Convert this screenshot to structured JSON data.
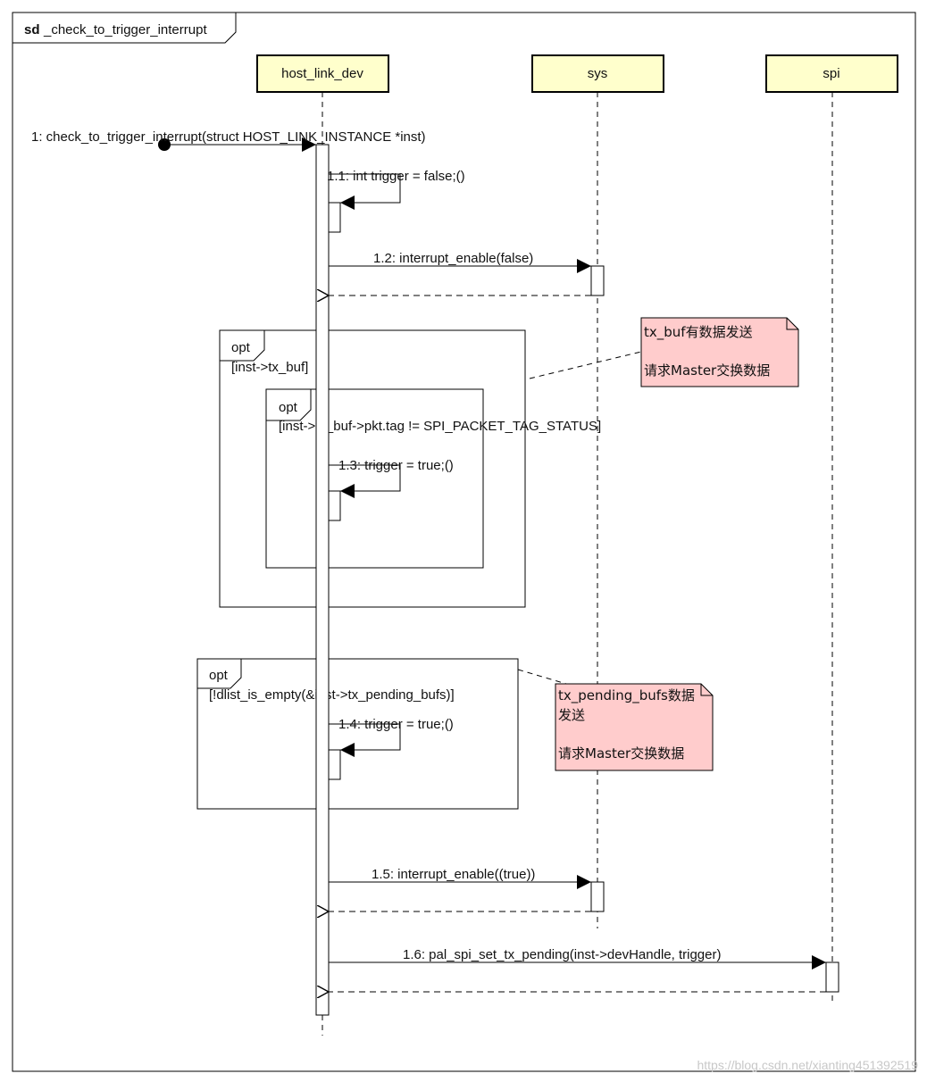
{
  "frame": {
    "keyword": "sd",
    "name": "_check_to_trigger_interrupt"
  },
  "lifelines": [
    {
      "name": "host_link_dev"
    },
    {
      "name": "sys"
    },
    {
      "name": "spi"
    }
  ],
  "messages": {
    "m1": "1: check_to_trigger_interrupt(struct HOST_LINK_INSTANCE *inst)",
    "m11": "1.1: int trigger = false;()",
    "m12": "1.2: interrupt_enable(false)",
    "m13": "1.3: trigger = true;()",
    "m14": "1.4: trigger = true;()",
    "m15": "1.5: interrupt_enable((true))",
    "m16": "1.6: pal_spi_set_tx_pending(inst->devHandle, trigger)"
  },
  "fragments": {
    "outer": {
      "kind": "opt",
      "guard": "[inst->tx_buf]"
    },
    "inner": {
      "kind": "opt",
      "guard": "[inst->tx_buf->pkt.tag != SPI_PACKET_TAG_STATUS]"
    },
    "second": {
      "kind": "opt",
      "guard": "[!dlist_is_empty(&inst->tx_pending_bufs)]"
    }
  },
  "notes": {
    "note1": {
      "line1": "tx_buf有数据发送",
      "line2": "请求Master交换数据"
    },
    "note2": {
      "line1": "tx_pending_bufs数据",
      "line2": "发送",
      "line3": "请求Master交换数据"
    }
  },
  "colors": {
    "lifeline_head": "#ffffcc",
    "note_fill": "#ffcccc",
    "stroke": "#000000"
  },
  "watermark": "https://blog.csdn.net/xianting451392519"
}
